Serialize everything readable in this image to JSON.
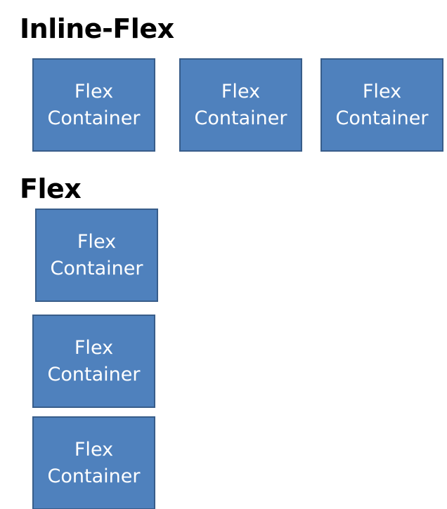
{
  "sections": {
    "inline_flex": {
      "heading": "Inline-Flex",
      "boxes": [
        {
          "line1": "Flex",
          "line2": "Container"
        },
        {
          "line1": "Flex",
          "line2": "Container"
        },
        {
          "line1": "Flex",
          "line2": "Container"
        }
      ]
    },
    "flex": {
      "heading": "Flex",
      "boxes": [
        {
          "line1": "Flex",
          "line2": "Container"
        },
        {
          "line1": "Flex",
          "line2": "Container"
        },
        {
          "line1": "Flex",
          "line2": "Container"
        }
      ]
    }
  },
  "colors": {
    "box_fill": "#4f81bd",
    "box_border": "#385d8a",
    "box_text": "#ffffff",
    "heading_text": "#000000",
    "background": "#ffffff"
  }
}
